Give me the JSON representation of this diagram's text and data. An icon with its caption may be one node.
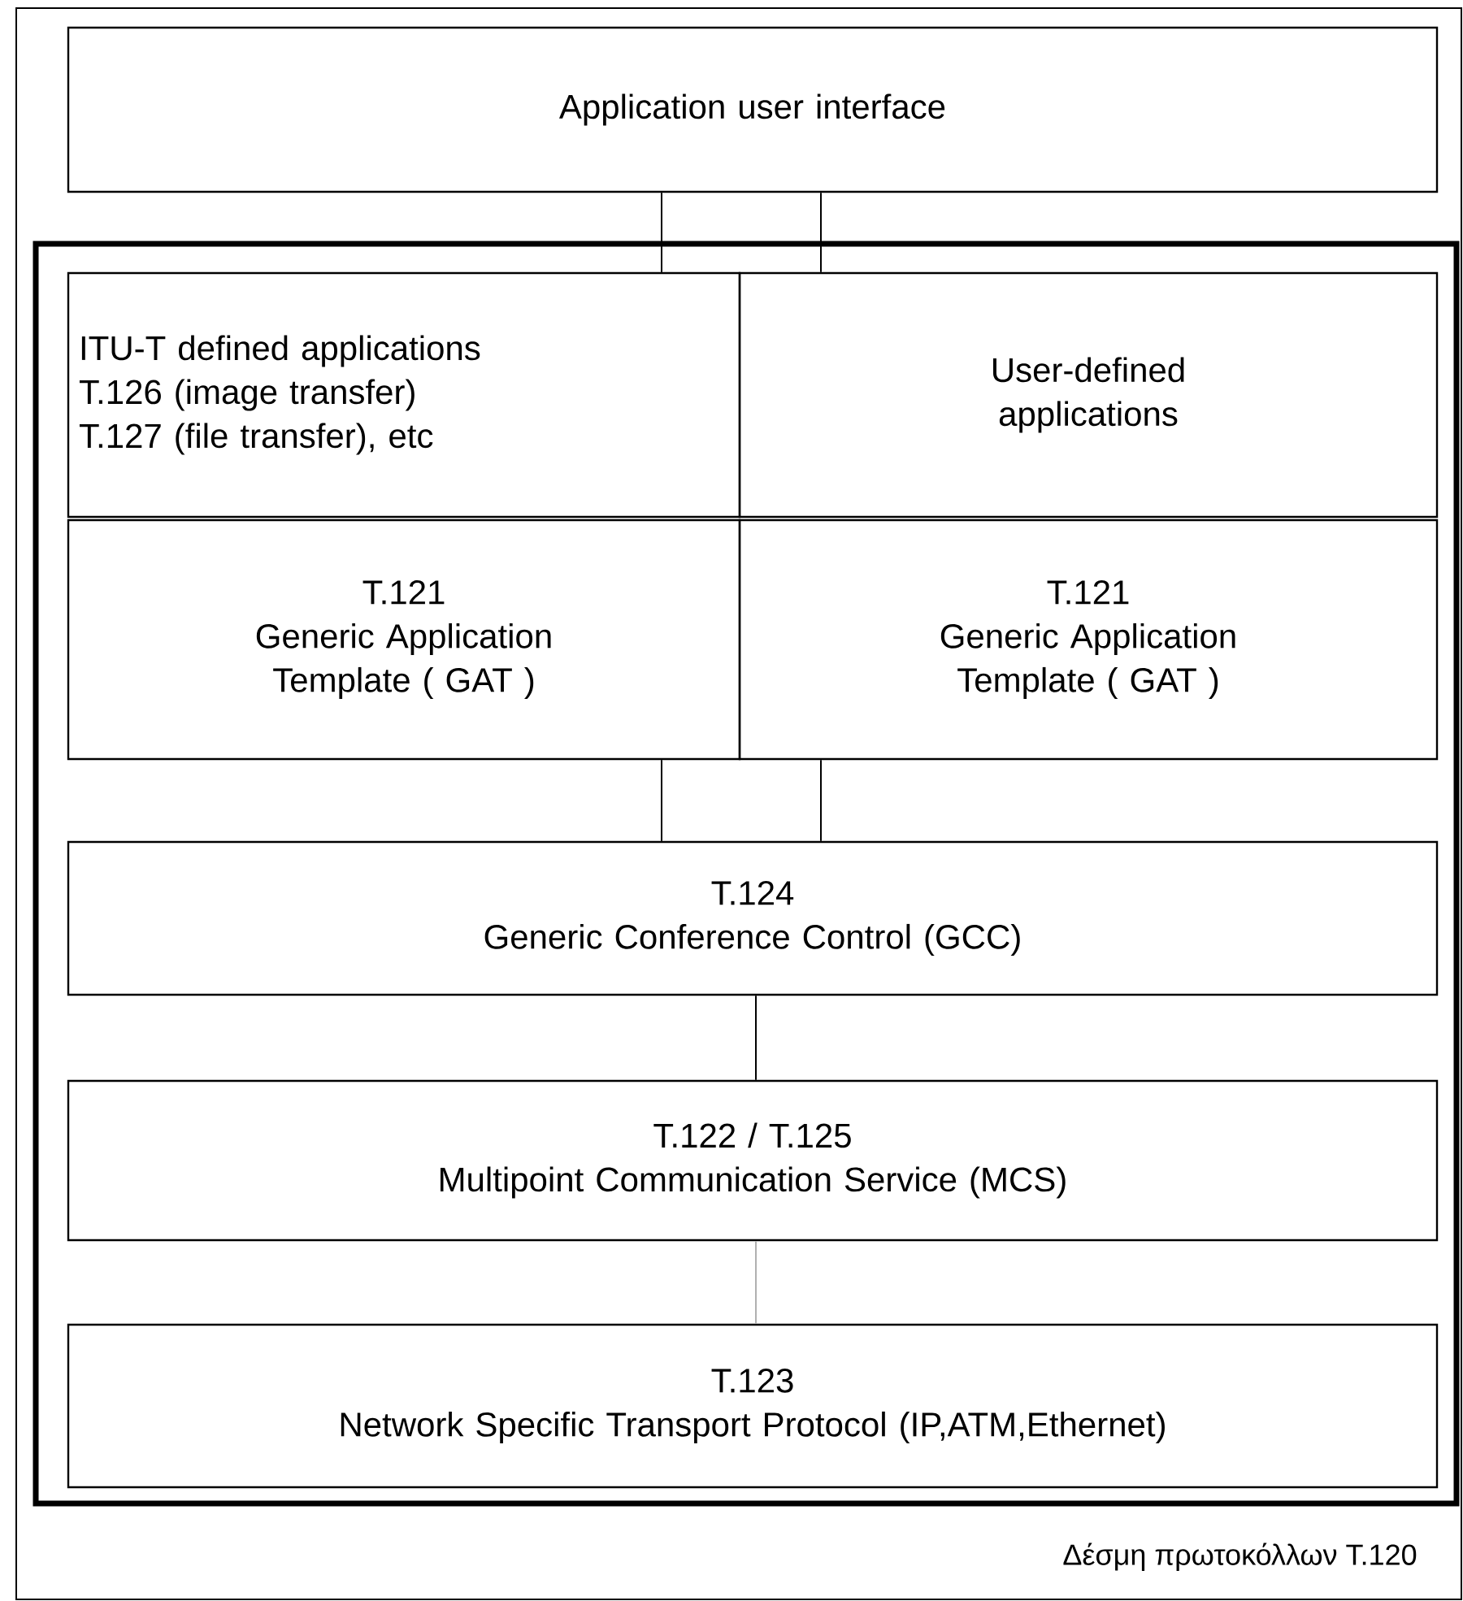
{
  "diagram": {
    "nodes": [
      {
        "text": [
          "Application user interface"
        ]
      },
      {
        "text": [
          "Δέσμη πρωτοκόλλων T.120"
        ]
      },
      {
        "text": [
          "ITU-T defined applications",
          "T.126  (image transfer)",
          "T.127 (file transfer), etc"
        ],
        "in": 1
      },
      {
        "text": [
          "User-defined applications"
        ],
        "in": 1
      },
      {
        "text": [
          "T.121",
          "Generic Application Template ( GAT )"
        ],
        "in": 1
      },
      {
        "text": [
          "T.121",
          "Generic Application Template ( GAT )"
        ],
        "in": 1
      },
      {
        "text": [
          "T.124",
          "Generic Conference Control (GCC)"
        ],
        "in": 1
      },
      {
        "text": [
          "T.122 / T.125",
          "Multipoint Communication Service (MCS)"
        ],
        "in": 1
      },
      {
        "text": [
          "T.123",
          "Network Specific Transport Protocol (IP,ATM,Ethernet)"
        ],
        "in": 1
      }
    ],
    "edges": [
      {
        "from": 0,
        "to": 2,
        "arrow": "none"
      },
      {
        "from": 0,
        "to": 3,
        "arrow": "none"
      },
      {
        "from": 4,
        "to": 6,
        "arrow": "none"
      },
      {
        "from": 5,
        "to": 6,
        "arrow": "none"
      },
      {
        "from": 6,
        "to": 7,
        "arrow": "none"
      },
      {
        "from": 7,
        "to": 8,
        "arrow": "none",
        "color": "#b0b0b0"
      }
    ]
  }
}
